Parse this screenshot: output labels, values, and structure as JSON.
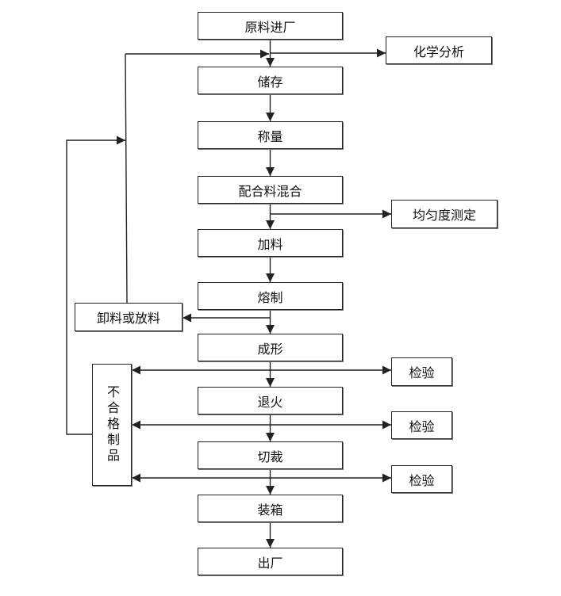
{
  "steps": {
    "raw_material_in": "原料进厂",
    "storage": "储存",
    "weighing": "称量",
    "batch_mixing": "配合料混合",
    "feeding": "加料",
    "melting": "熔制",
    "forming": "成形",
    "annealing": "退火",
    "cutting": "切裁",
    "packing": "装箱",
    "shipping": "出厂"
  },
  "side": {
    "chemical_analysis": "化学分析",
    "uniformity_test": "均匀度测定",
    "unloading": "卸料或放料",
    "inspection_1": "检验",
    "inspection_2": "检验",
    "inspection_3": "检验",
    "rejects": "不合格制品"
  },
  "colors": {
    "line": "#222222",
    "box_border": "#222222",
    "background": "#ffffff"
  }
}
